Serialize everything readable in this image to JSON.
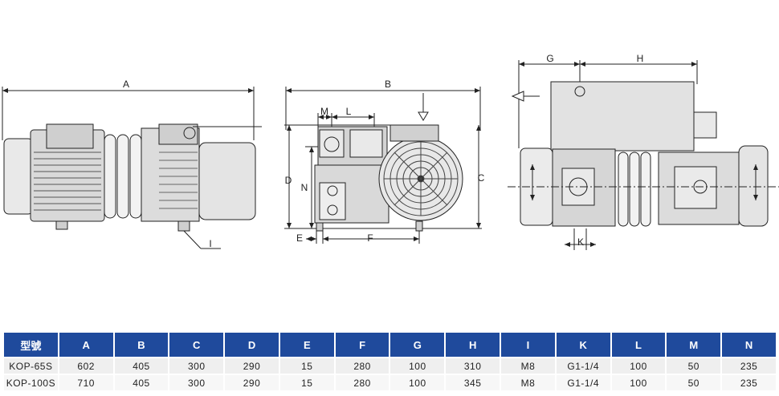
{
  "dimension_letters": {
    "A": "A",
    "B": "B",
    "C": "C",
    "D": "D",
    "E": "E",
    "F": "F",
    "G": "G",
    "H": "H",
    "I": "I",
    "K": "K",
    "L": "L",
    "M": "M",
    "N": "N"
  },
  "table": {
    "headers": [
      "型號",
      "A",
      "B",
      "C",
      "D",
      "E",
      "F",
      "G",
      "H",
      "I",
      "K",
      "L",
      "M",
      "N"
    ],
    "rows": [
      [
        "KOP-65S",
        "602",
        "405",
        "300",
        "290",
        "15",
        "280",
        "100",
        "310",
        "M8",
        "G1-1/4",
        "100",
        "50",
        "235"
      ],
      [
        "KOP-100S",
        "710",
        "405",
        "300",
        "290",
        "15",
        "280",
        "100",
        "345",
        "M8",
        "G1-1/4",
        "100",
        "50",
        "235"
      ]
    ]
  },
  "colors": {
    "header_bg": "#1f4a9c",
    "row_bg": "#efefef",
    "line": "#222222"
  }
}
